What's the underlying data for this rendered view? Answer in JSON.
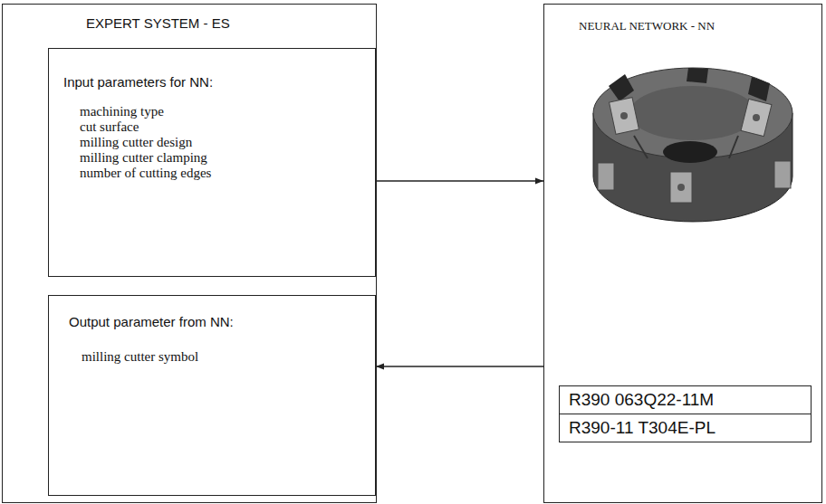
{
  "diagram": {
    "nodes": [
      {
        "text": [
          "EXPERT SYSTEM - ES"
        ]
      },
      {
        "text": [
          "Input parameters for NN:",
          "machining type",
          "cut surface",
          "milling cutter design",
          "milling cutter clamping",
          "number of cutting edges"
        ],
        "in": 0
      },
      {
        "text": [
          "Output parameter from NN:",
          "milling cutter symbol"
        ],
        "in": 0
      },
      {
        "text": [
          "NEURAL NETWORK - NN"
        ]
      },
      {
        "text": [
          "R390 063Q22-11M"
        ],
        "in": 3
      },
      {
        "text": [
          "R390-11 T304E-PL"
        ],
        "in": 3
      }
    ],
    "edges": [
      {
        "from": 1,
        "to": 3,
        "arrow": "to"
      },
      {
        "from": 3,
        "to": 2,
        "arrow": "to"
      }
    ]
  }
}
